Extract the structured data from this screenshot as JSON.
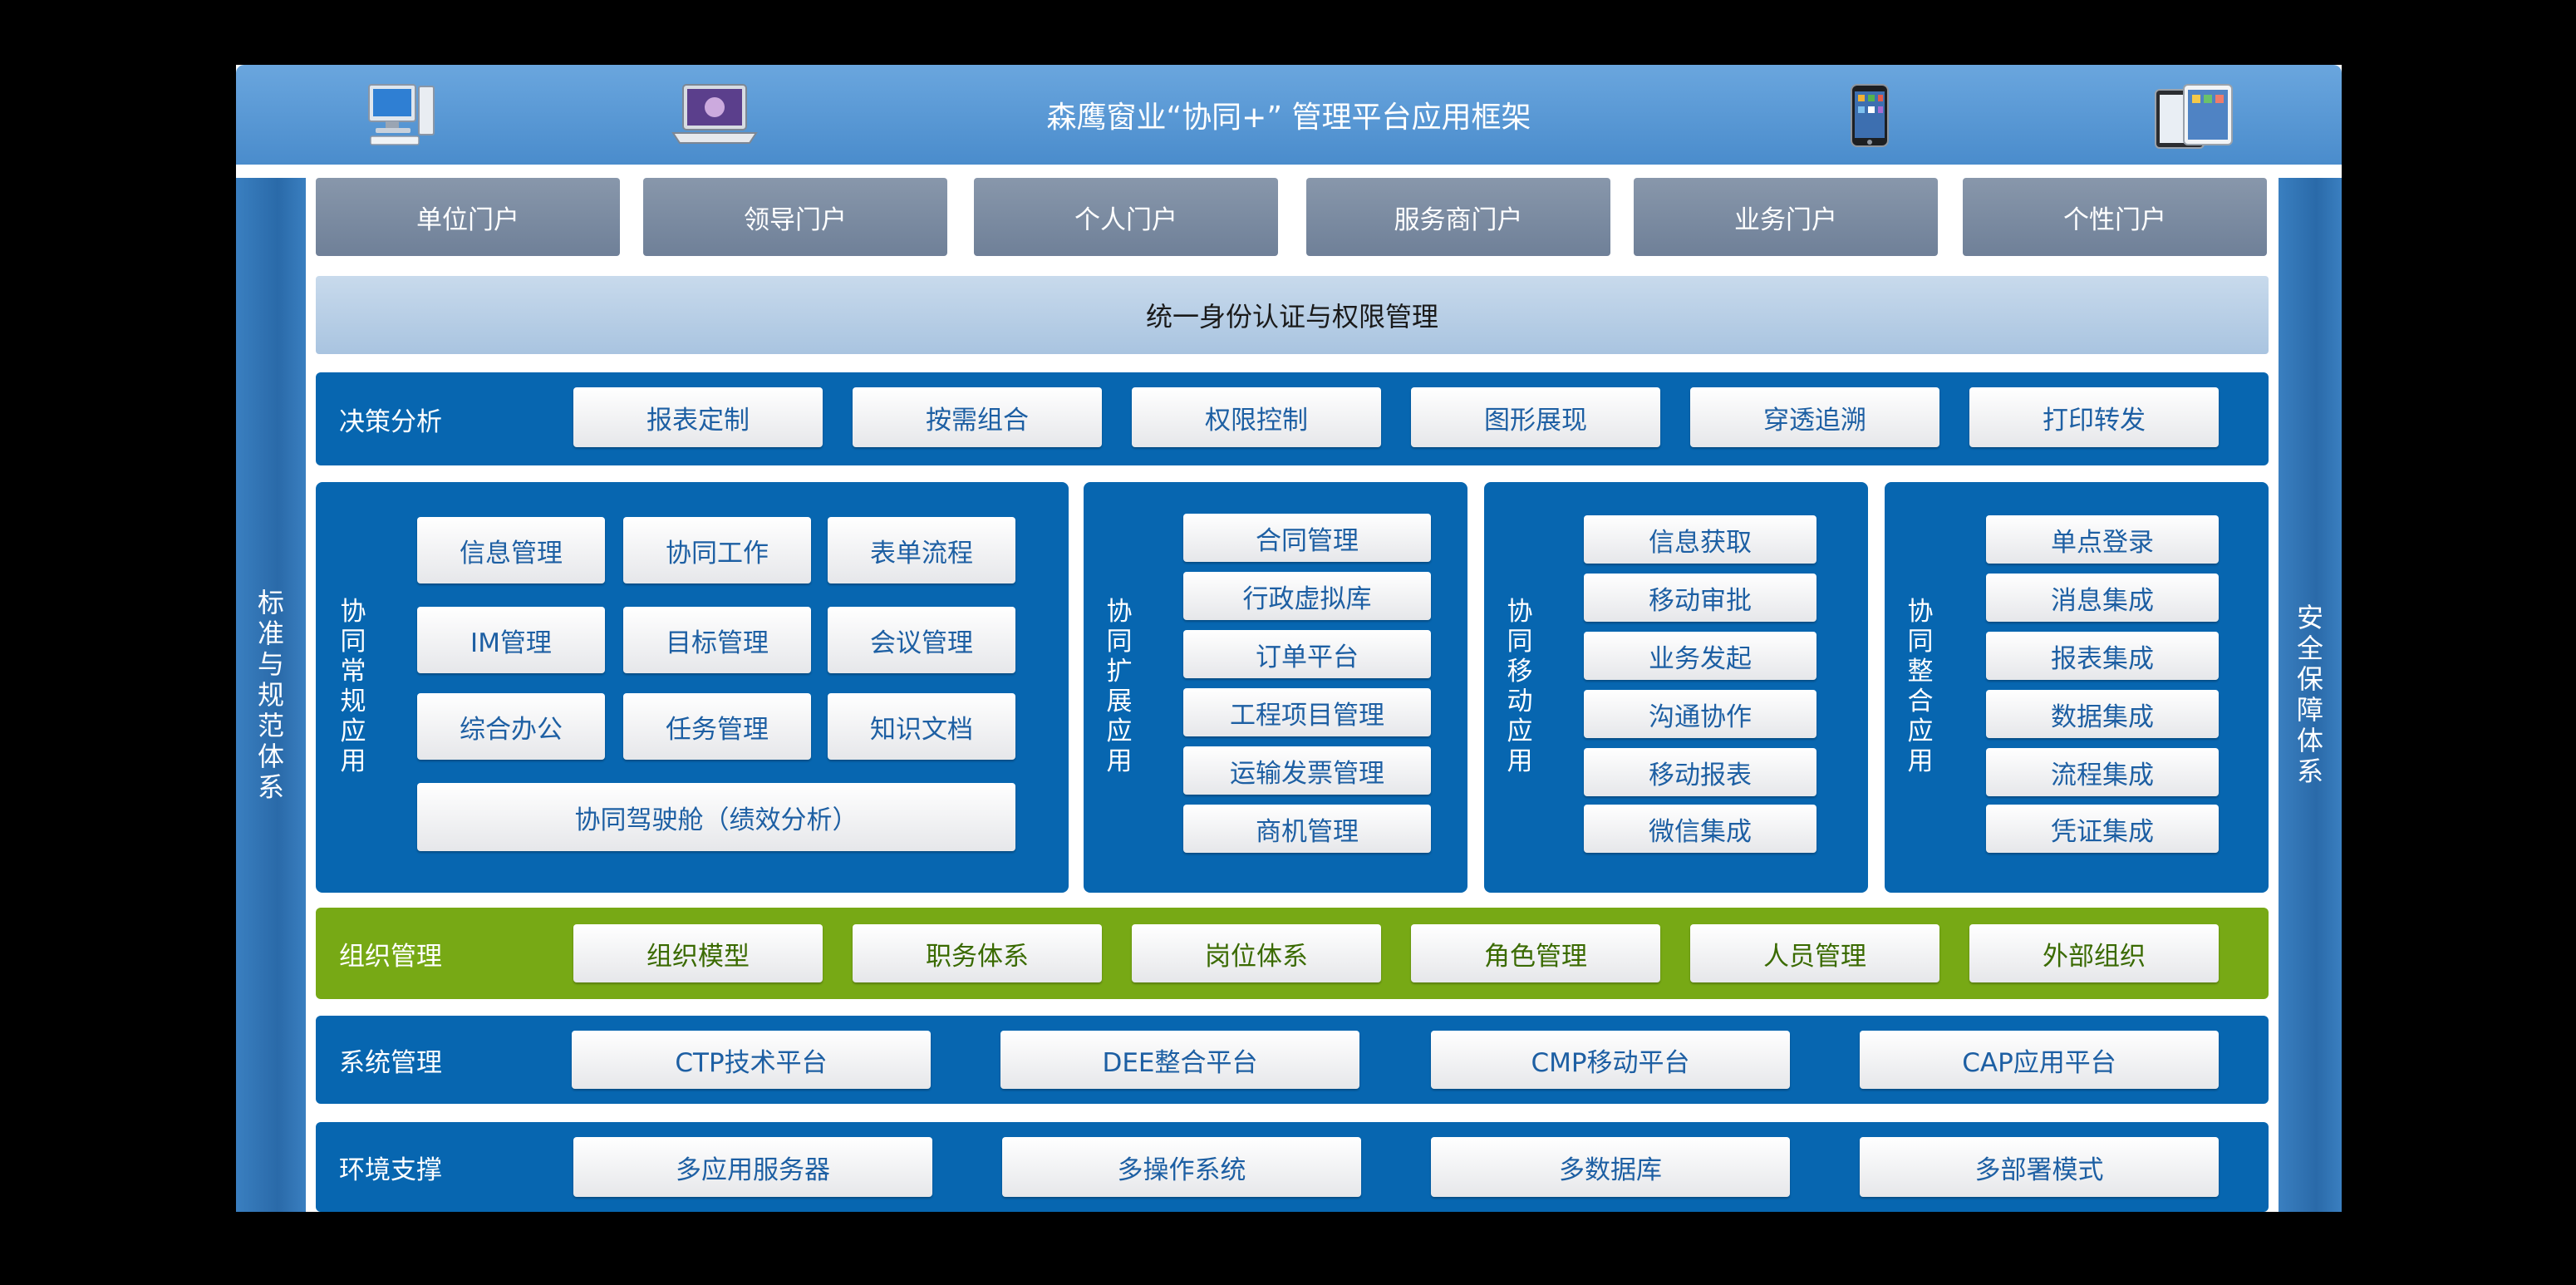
{
  "title": "森鹰窗业“协同+” 管理平台应用框架",
  "icons": [
    "desktop-computer-icon",
    "laptop-icon",
    "smartphone-icon",
    "tablet-icon"
  ],
  "left_side": "标准与规范体系",
  "right_side": "安全保障体系",
  "portals": [
    "单位门户",
    "领导门户",
    "个人门户",
    "服务商门户",
    "业务门户",
    "个性门户"
  ],
  "auth": "统一身份认证与权限管理",
  "decision": {
    "label": "决策分析",
    "items": [
      "报表定制",
      "按需组合",
      "权限控制",
      "图形展现",
      "穿透追溯",
      "打印转发"
    ]
  },
  "modules": {
    "regular": {
      "label": "协同常规应用",
      "items": [
        "信息管理",
        "协同工作",
        "表单流程",
        "IM管理",
        "目标管理",
        "会议管理",
        "综合办公",
        "任务管理",
        "知识文档"
      ],
      "wide": "协同驾驶舱（绩效分析）"
    },
    "extended": {
      "label": "协同扩展应用",
      "items": [
        "合同管理",
        "行政虚拟库",
        "订单平台",
        "工程项目管理",
        "运输发票管理",
        "商机管理"
      ]
    },
    "mobile": {
      "label": "协同移动应用",
      "items": [
        "信息获取",
        "移动审批",
        "业务发起",
        "沟通协作",
        "移动报表",
        "微信集成"
      ]
    },
    "integration": {
      "label": "协同整合应用",
      "items": [
        "单点登录",
        "消息集成",
        "报表集成",
        "数据集成",
        "流程集成",
        "凭证集成"
      ]
    }
  },
  "org": {
    "label": "组织管理",
    "items": [
      "组织模型",
      "职务体系",
      "岗位体系",
      "角色管理",
      "人员管理",
      "外部组织"
    ]
  },
  "system": {
    "label": "系统管理",
    "items": [
      "CTP技术平台",
      "DEE整合平台",
      "CMP移动平台",
      "CAP应用平台"
    ]
  },
  "env": {
    "label": "环境支撑",
    "items": [
      "多应用服务器",
      "多操作系统",
      "多数据库",
      "多部署模式"
    ]
  },
  "colors": {
    "band_blue": "#0766b0",
    "band_green": "#77a915",
    "header_blue": "#5a9ad6",
    "portal_gray": "#7b8ba3",
    "chip_text": "#1d5fa3"
  }
}
